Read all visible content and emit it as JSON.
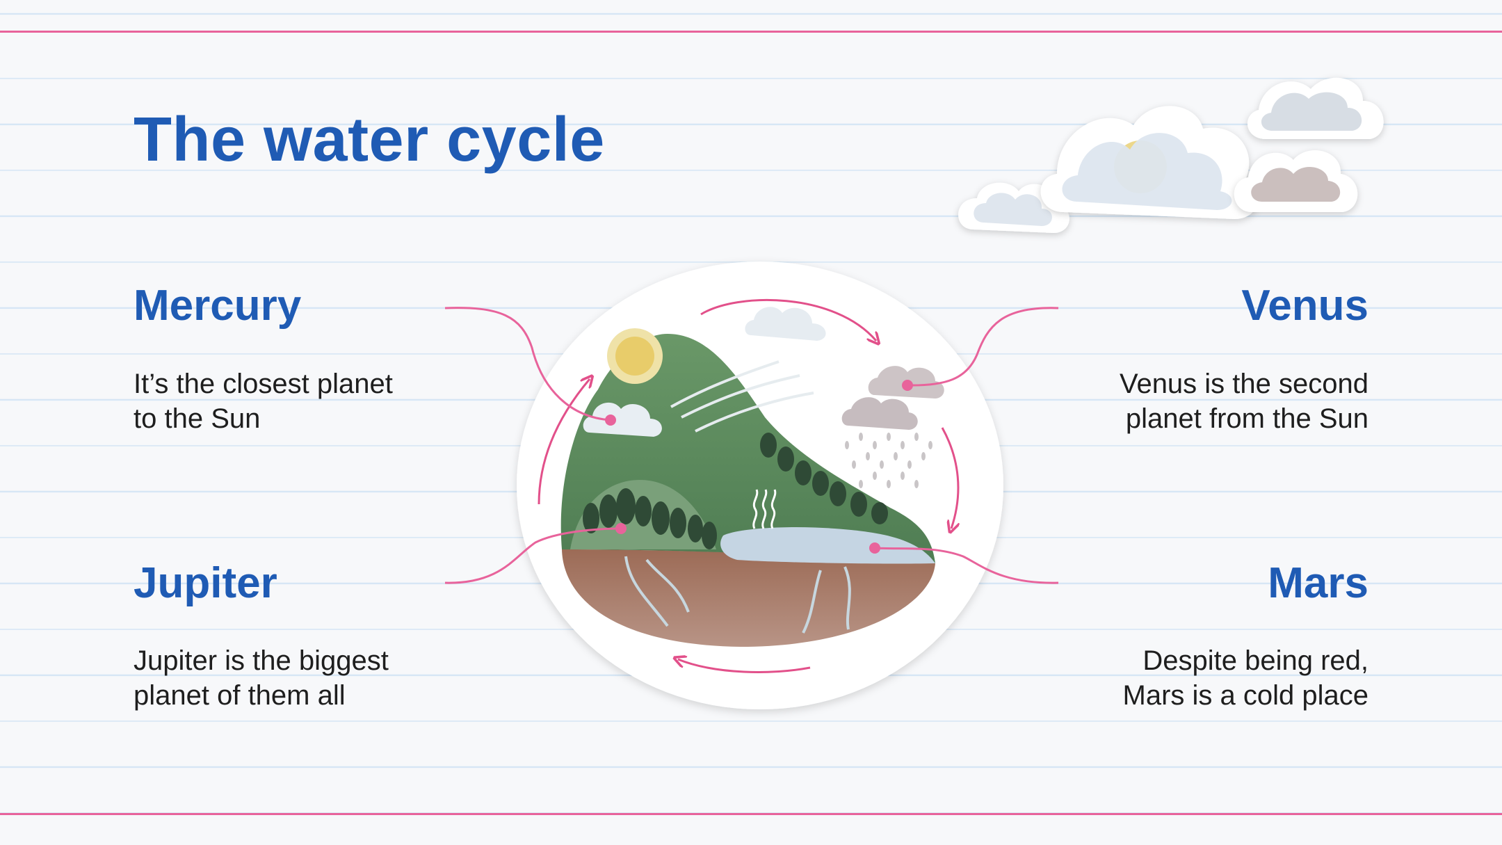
{
  "title": "The water cycle",
  "items": [
    {
      "heading": "Mercury",
      "text_lines": [
        "It’s the closest planet",
        "to the Sun"
      ]
    },
    {
      "heading": "Venus",
      "text_lines": [
        "Venus is the second",
        "planet from the Sun"
      ]
    },
    {
      "heading": "Jupiter",
      "text_lines": [
        "Jupiter is the biggest",
        "planet of them all"
      ]
    },
    {
      "heading": "Mars",
      "text_lines": [
        "Despite being red,",
        "Mars is a cold place"
      ]
    }
  ],
  "colors": {
    "title": "#1f5bb4",
    "accent_pink": "#e8639b",
    "ruled_line": "#d6e6f5",
    "background": "#f7f8fa"
  },
  "icons": [
    "water-cycle-illustration",
    "sun-icon",
    "cloud-icon",
    "rain-cloud-icon",
    "arrow-icon",
    "decorative-clouds-sticker"
  ]
}
